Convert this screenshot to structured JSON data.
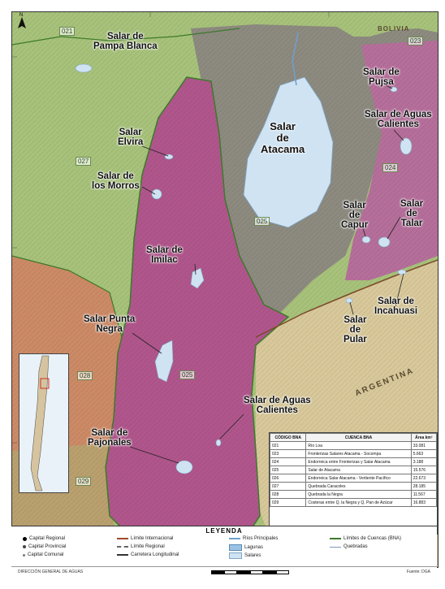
{
  "labels": {
    "pampa_blanca": "Salar de\nPampa Blanca",
    "elvira": "Salar\nElvira",
    "los_morros": "Salar de\nlos Morros",
    "imilac": "Salar de\nImilac",
    "punta_negra": "Salar Punta\nNegra",
    "pajonales": "Salar de\nPajonales",
    "atacama": "Salar\nde\nAtacama",
    "pujsa": "Salar de\nPujsa",
    "aguas_calientes_n": "Salar de Aguas\nCalientes",
    "capur": "Salar\nde\nCapur",
    "talar": "Salar\nde\nTalar",
    "incahuasi": "Salar de\nIncahuasi",
    "pular": "Salar\nde\nPular",
    "aguas_calientes_s": "Salar de Aguas\nCalientes"
  },
  "codes": {
    "c021": "021",
    "c023": "023",
    "c027": "027",
    "c024": "024",
    "c025a": "025",
    "c025b": "025",
    "c028": "028",
    "c029": "029"
  },
  "countries": {
    "bolivia": "BOLIVIA",
    "argentina": "ARGENTINA"
  },
  "table": {
    "headers": [
      "CÓDIGO BNA",
      "CUENCA BNA",
      "Área km²"
    ],
    "rows": [
      [
        "021",
        "Río Loa",
        "33.081"
      ],
      [
        "023",
        "Fronterizas Salares Atacama - Socompa",
        "5.663"
      ],
      [
        "024",
        "Endorreica entre Fronterizas y Salar Atacama",
        "3.188"
      ],
      [
        "025",
        "Salar de Atacama",
        "15.576"
      ],
      [
        "026",
        "Endorreica Salar Atacama - Vertiente Pacífico",
        "22.673"
      ],
      [
        "027",
        "Quebrada Caracoles",
        "28.185"
      ],
      [
        "028",
        "Quebrada la Negra",
        "11.567"
      ],
      [
        "029",
        "Costeras entre Q. la Negra y Q. Pan de Azúcar",
        "16.883"
      ]
    ]
  },
  "legend": {
    "title": "LEYENDA",
    "items": {
      "capital_regional": "Capital Regional",
      "capital_provincial": "Capital Provincial",
      "capital_comunal": "Capital Comunal",
      "limite_internacional": "Límite Internacional",
      "limite_regional": "Límite Regional",
      "carretera": "Carretera Longitudinal",
      "rios": "Ríos Principales",
      "lagunas": "Lagunas",
      "salares": "Salares",
      "limites_cuencas": "Límites de Cuencas (BNA)",
      "quebradas": "Quebradas"
    }
  },
  "footer": {
    "agency": "DIRECCIÓN GENERAL DE AGUAS",
    "source": "Fuente: DGA"
  },
  "colors": {
    "basin_026": "#b0568c",
    "basin_green": "#a7c27a",
    "atacama_basin": "#8d8a80",
    "argentina": "#d8c89a",
    "coastal": "#d18b6b",
    "salar": "#cfe3f2",
    "sea": "#e9f2f8"
  }
}
